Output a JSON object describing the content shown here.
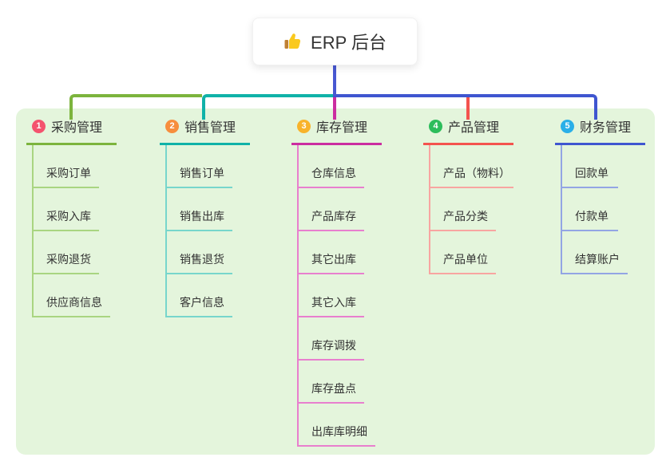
{
  "root": {
    "label": "ERP 后台",
    "icon": "thumbs-up-icon"
  },
  "branches": [
    {
      "number": "1",
      "label": "采购管理",
      "badge_color": "#f4536e",
      "line_color": "#7cb43d",
      "sub_line_color": "#a9d581",
      "items": [
        "采购订单",
        "采购入库",
        "采购退货",
        "供应商信息"
      ]
    },
    {
      "number": "2",
      "label": "销售管理",
      "badge_color": "#f78e3d",
      "line_color": "#10b2a8",
      "sub_line_color": "#77d6cc",
      "items": [
        "销售订单",
        "销售出库",
        "销售退货",
        "客户信息"
      ]
    },
    {
      "number": "3",
      "label": "库存管理",
      "badge_color": "#f8b32b",
      "line_color": "#cb2da0",
      "sub_line_color": "#e87fce",
      "items": [
        "仓库信息",
        "产品库存",
        "其它出库",
        "其它入库",
        "库存调拨",
        "库存盘点",
        "出库库明细"
      ]
    },
    {
      "number": "4",
      "label": "产品管理",
      "badge_color": "#2cbd5b",
      "line_color": "#f4534e",
      "sub_line_color": "#f8a5a1",
      "items": [
        "产品（物料）",
        "产品分类",
        "产品单位"
      ]
    },
    {
      "number": "5",
      "label": "财务管理",
      "badge_color": "#2aafe8",
      "line_color": "#3f56d0",
      "sub_line_color": "#93a5e4",
      "items": [
        "回款单",
        "付款单",
        "结算账户"
      ]
    }
  ],
  "colors": {
    "panel_bg": "#e4f5dc",
    "root_connector": "#4858d2",
    "thumb_yellow": "#fac91e",
    "thumb_cuff": "#bf8034"
  }
}
